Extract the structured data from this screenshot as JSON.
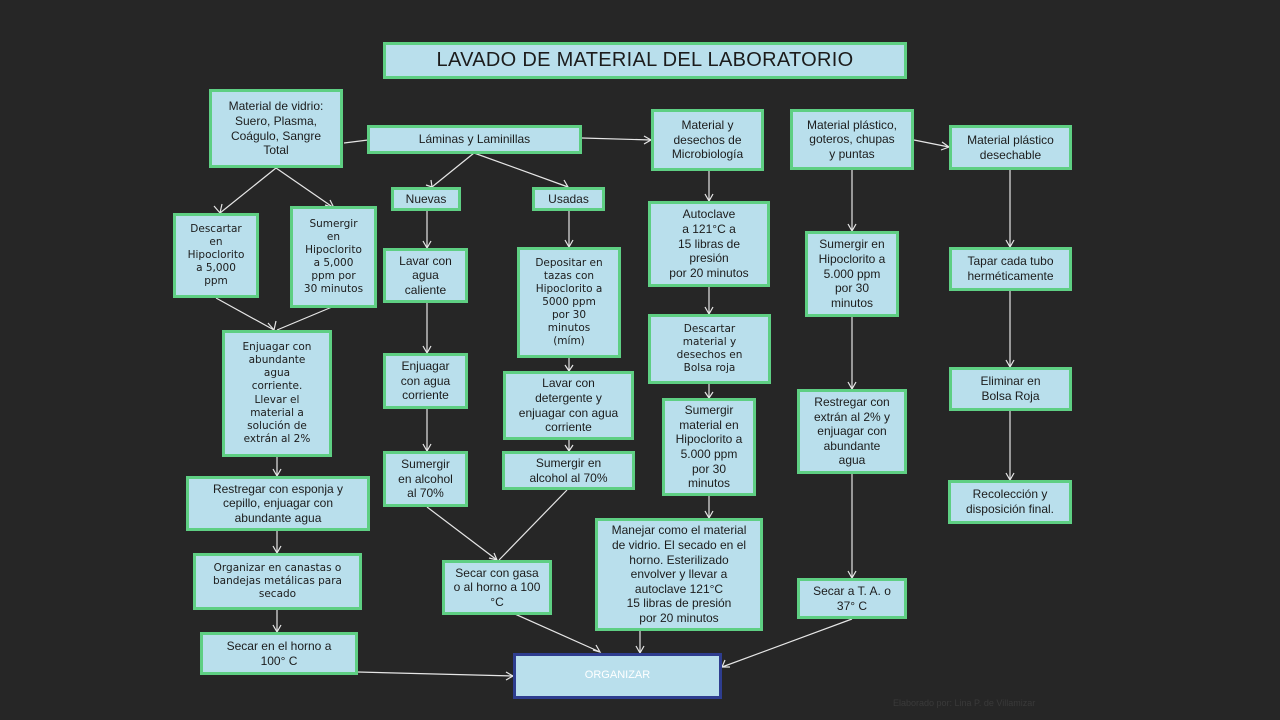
{
  "title": "LAVADO DE MATERIAL DEL LABORATORIO",
  "credit": "Elaborado por: Lina P. de Villamizar",
  "nodes": {
    "vidrio": "Material de vidrio:\nSuero, Plasma,\nCoágulo, Sangre\nTotal",
    "laminas": "Láminas y Laminillas",
    "micro": "Material y\ndesechos de\nMicrobiología",
    "plastico": "Material plástico,\ngoteros, chupas\ny puntas",
    "desechable": "Material plástico\ndesechable",
    "descartar_hipo": "Descartar\nen\nHipoclorito\na 5,000\nppm",
    "sumergir_hipo_vidrio": "Sumergir\nen\nHipoclorito\na 5,000\nppm por\n30 minutos",
    "nuevas": "Nuevas",
    "usadas": "Usadas",
    "autoclave": "Autoclave\na 121°C a\n15 libras de\npresión\npor 20 minutos",
    "sumergir_hipo_plastico": "Sumergir en\nHipoclorito a\n5.000 ppm\npor 30\nminutos",
    "tapar": "Tapar cada tubo\nherméticamente",
    "lavar_caliente": "Lavar con\nagua\ncaliente",
    "depositar": "Depositar en\ntazas con\nHipoclorito a\n5000 ppm\npor 30\nminutos\n(mím)",
    "descartar_roja": "Descartar\nmaterial y\ndesechos en\nBolsa roja",
    "enjuagar_abundante": "Enjuagar con\nabundante\nagua\ncorriente.\nLlevar el\nmaterial a\nsolución de\nextrán al 2%",
    "enjuagar_corriente": "Enjuagar\ncon agua\ncorriente",
    "lavar_detergente": "Lavar con\ndetergente y\nenjuagar con agua\ncorriente",
    "sumergir_hipo_micro": "Sumergir\nmaterial en\nHipoclorito a\n5.000 ppm\npor 30\nminutos",
    "restregar_extran": "Restregar con\nextrán al 2% y\nenjuagar con\nabundante\nagua",
    "eliminar_roja": "Eliminar en\nBolsa Roja",
    "sumergir_alcohol_nuevas": "Sumergir\nen alcohol\nal 70%",
    "sumergir_alcohol_usadas": "Sumergir en\nalcohol al 70%",
    "restregar_esponja": "Restregar con esponja y\ncepillo, enjuagar con\nabundante agua",
    "recoleccion": "Recolección y\ndisposición final.",
    "manejar": "Manejar como el material\nde vidrio. El secado en el\nhorno. Esterilizado\nenvolver y llevar a\nautoclave 121°C\n15 libras de presión\npor 20 minutos",
    "organizar_canastas": "Organizar en canastas o\nbandejas metálicas para\nsecado",
    "secar_gasa": "Secar con gasa\no al horno a 100\n°C",
    "secar_ta": "Secar a T. A. o\n37° C",
    "secar_horno": "Secar en el horno a\n100° C",
    "organizar": "ORGANIZAR"
  }
}
